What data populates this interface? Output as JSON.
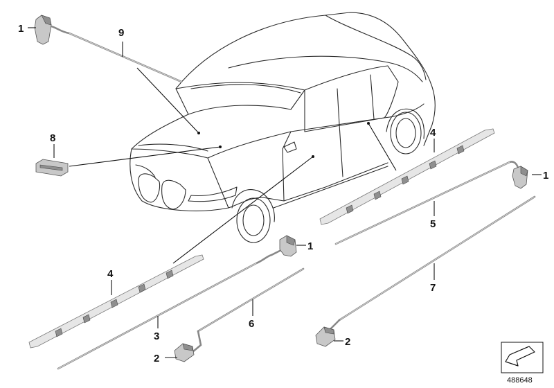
{
  "callouts": [
    {
      "id": "c1a",
      "label": "1"
    },
    {
      "id": "c9",
      "label": "9"
    },
    {
      "id": "c8",
      "label": "8"
    },
    {
      "id": "c4r",
      "label": "4"
    },
    {
      "id": "c1b",
      "label": "1"
    },
    {
      "id": "c5",
      "label": "5"
    },
    {
      "id": "c1c",
      "label": "1"
    },
    {
      "id": "c4l",
      "label": "4"
    },
    {
      "id": "c6",
      "label": "6"
    },
    {
      "id": "c3",
      "label": "3"
    },
    {
      "id": "c7",
      "label": "7"
    },
    {
      "id": "c2a",
      "label": "2"
    },
    {
      "id": "c2b",
      "label": "2"
    }
  ],
  "reference_number": "488648",
  "colors": {
    "line": "#111111",
    "part_fill": "#c8c8c8",
    "strip_fill": "#e6e6e6",
    "background": "#ffffff"
  }
}
